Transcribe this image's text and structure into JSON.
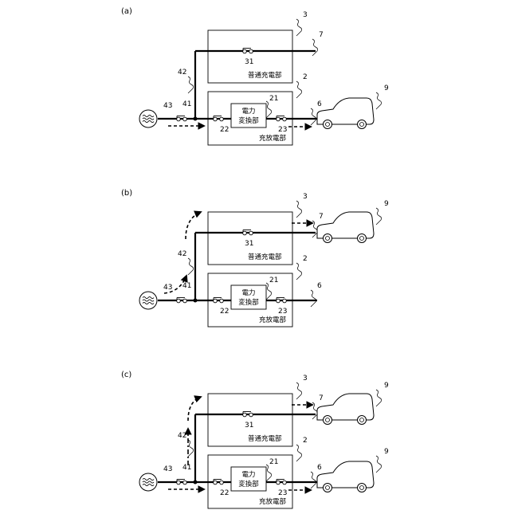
{
  "panels": [
    {
      "id": "a",
      "label": "(a)",
      "cars": [
        "discharge"
      ],
      "flow": "discharge"
    },
    {
      "id": "b",
      "label": "(b)",
      "cars": [
        "normal"
      ],
      "flow": "normal"
    },
    {
      "id": "c",
      "label": "(c)",
      "cars": [
        "normal",
        "discharge"
      ],
      "flow": "both"
    }
  ],
  "labels": {
    "normal_charger_text": "普通充電部",
    "discharge_unit_text": "充放電部",
    "converter_line1": "電力",
    "converter_line2": "変換部",
    "ref_normal_charger": "3",
    "ref_discharge_unit": "2",
    "ref_converter": "21",
    "ref_relay_input": "22",
    "ref_relay_output": "23",
    "ref_relay_normal": "31",
    "ref_line_normal_out": "7",
    "ref_line_discharge_out": "6",
    "ref_vehicle": "9",
    "ref_branch_line": "42",
    "ref_main_line": "41",
    "ref_grid_relay": "43"
  }
}
